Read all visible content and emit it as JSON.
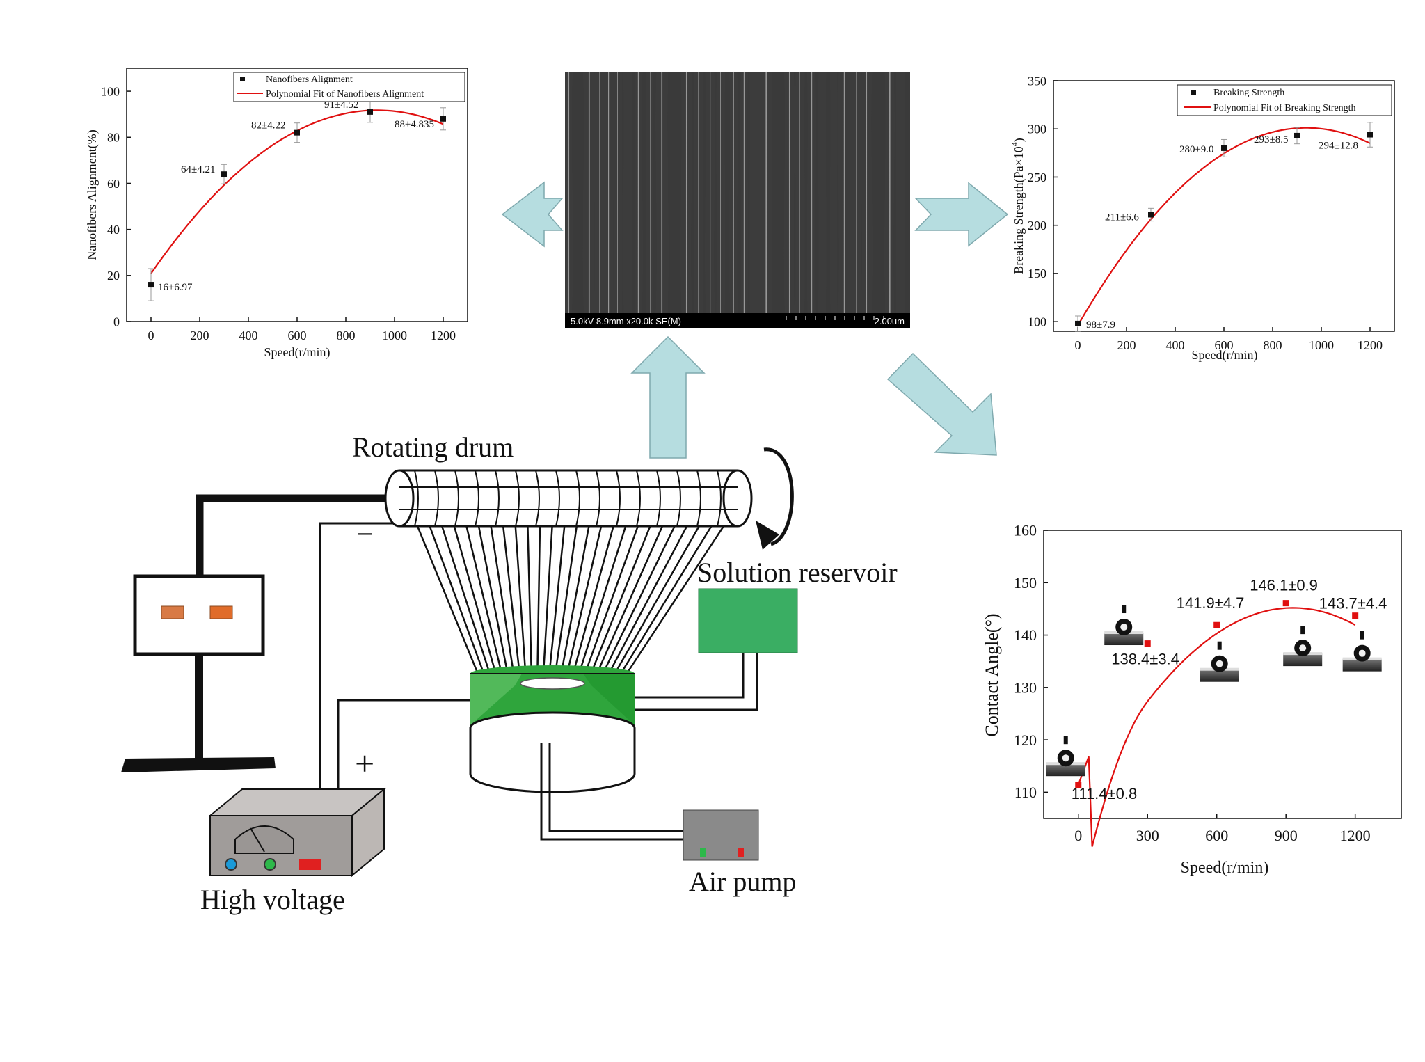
{
  "apparatus": {
    "drum_label": "Rotating drum",
    "reservoir_label": "Solution reservoir",
    "voltage_label": "High voltage",
    "pump_label": "Air pump",
    "minus_sign": "−",
    "plus_sign": "+"
  },
  "sem": {
    "info": "5.0kV 8.9mm x20.0k SE(M)",
    "scale": "2.00um"
  },
  "colors": {
    "arrow_fill": "#b6dde0",
    "arrow_stroke": "#7fa9ae",
    "fit_line": "#e01010",
    "reservoir_green": "#3aae63",
    "nozzle_green": "#2fa53c",
    "pump_gray": "#8a8a8a",
    "supply_gray": "#a09c9a"
  },
  "chart_data": [
    {
      "type": "scatter",
      "ylabel": "Nanofibers Alignment(%)",
      "xlabel": "Speed(r/min)",
      "xlim": [
        -100,
        1300
      ],
      "ylim": [
        0,
        110
      ],
      "xticks": [
        0,
        200,
        400,
        600,
        800,
        1000,
        1200
      ],
      "yticks": [
        0,
        20,
        40,
        60,
        80,
        100
      ],
      "legend": [
        "Nanofibers Alignment",
        "Polynomial Fit of Nanofibers Alignment"
      ],
      "legend_position": "top-right",
      "x": [
        0,
        300,
        600,
        900,
        1200
      ],
      "y": [
        16,
        64,
        82,
        91,
        88
      ],
      "error": [
        6.97,
        4.21,
        4.22,
        4.52,
        4.835
      ],
      "labels": [
        "16±6.97",
        "64±4.21",
        "82±4.22",
        "91±4.52",
        "88±4.835"
      ],
      "fit": [
        0.0186,
        0.1527,
        -8.222e-05,
        20.85
      ]
    },
    {
      "type": "scatter",
      "ylabel": "Breaking Strength(Pa×10",
      "ylabel_sup": "4",
      "ylabel_end": ")",
      "xlabel": "Speed(r/min)",
      "xlim": [
        -100,
        1300
      ],
      "ylim": [
        90,
        350
      ],
      "xticks": [
        0,
        200,
        400,
        600,
        800,
        1000,
        1200
      ],
      "yticks": [
        100,
        150,
        200,
        250,
        300,
        350
      ],
      "legend": [
        "Breaking Strength",
        "Polynomial Fit of Breaking Strength"
      ],
      "legend_position": "top-right",
      "x": [
        0,
        300,
        600,
        900,
        1200
      ],
      "y": [
        98,
        211,
        280,
        293,
        294
      ],
      "error": [
        7.9,
        6.6,
        9.0,
        8.5,
        12.8
      ],
      "labels": [
        "98±7.9",
        "211±6.6",
        "280±9.0",
        "293±8.5",
        "294±12.8"
      ],
      "fit": [
        96,
        0.4375,
        -0.0002333
      ]
    },
    {
      "type": "scatter",
      "ylabel": "Contact Angle(°)",
      "xlabel": "Speed(r/min)",
      "xlim": [
        -150,
        1400
      ],
      "ylim": [
        105,
        160
      ],
      "xticks": [
        0,
        300,
        600,
        900,
        1200
      ],
      "yticks": [
        110,
        120,
        130,
        140,
        150,
        160
      ],
      "x": [
        0,
        300,
        600,
        900,
        1200
      ],
      "y": [
        111.4,
        138.4,
        141.9,
        146.1,
        143.7
      ],
      "labels": [
        "111.4±0.8",
        "138.4±3.4",
        "141.9±4.7",
        "146.1±0.9",
        "143.7±4.4"
      ]
    }
  ]
}
